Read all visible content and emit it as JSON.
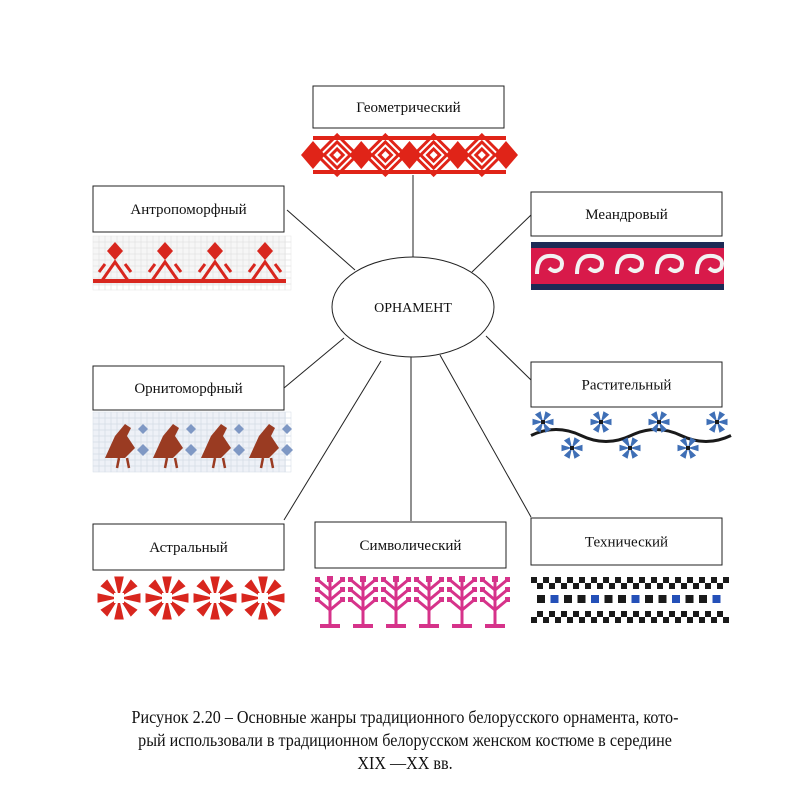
{
  "diagram": {
    "center_label": "ОРНАМЕНТ",
    "genres": [
      {
        "id": "geometric",
        "label": "Геометрический",
        "pattern": "diamond-band",
        "color": "#e02418",
        "bg": "#ffffff"
      },
      {
        "id": "anthropomorphic",
        "label": "Антропоморфный",
        "pattern": "human-figures",
        "color": "#d8261e",
        "bg": "#f6f6f6"
      },
      {
        "id": "meander",
        "label": "Меандровый",
        "pattern": "spiral-wave",
        "color": "#f2f2f2",
        "bg": "#d81a4a"
      },
      {
        "id": "ornithomorphic",
        "label": "Орнитоморфный",
        "pattern": "birds",
        "color": "#9a3b22",
        "bg": "#eef1f7"
      },
      {
        "id": "floral",
        "label": "Растительный",
        "pattern": "cornflowers",
        "color": "#3f6fb6",
        "bg": "#ffffff"
      },
      {
        "id": "astral",
        "label": "Астральный",
        "pattern": "stars",
        "color": "#d8261e",
        "bg": "#ffffff"
      },
      {
        "id": "symbolic",
        "label": "Символический",
        "pattern": "trees",
        "color": "#d6338a",
        "bg": "#ffffff"
      },
      {
        "id": "technical",
        "label": "Технический",
        "pattern": "checker",
        "color": "#1a1a1a",
        "bg": "#ffffff"
      }
    ]
  },
  "caption": {
    "line1": "Рисунок 2.20 – Основные жанры традиционного белорусского орнамента, кото-",
    "line2": "рый использовали в традиционном белорусском женском костюме в середине",
    "line3": "XIX —XX вв."
  }
}
